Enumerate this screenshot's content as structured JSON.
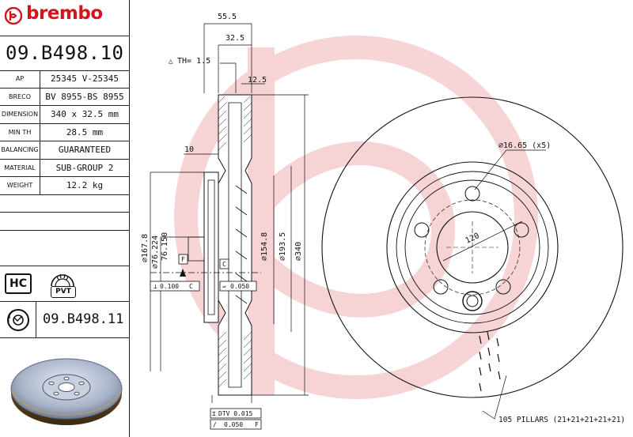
{
  "brand": {
    "name": "brembo",
    "color": "#d3141c"
  },
  "part_number": "09.B498.10",
  "specs": [
    {
      "key": "AP",
      "value": "25345 V-25345"
    },
    {
      "key": "BRECO",
      "value": "BV 8955-BS 8955"
    },
    {
      "key": "DIMENSION",
      "value": "340 x 32.5 mm"
    },
    {
      "key": "MIN TH",
      "value": "28.5 mm"
    },
    {
      "key": "BALANCING",
      "value": "GUARANTEED"
    },
    {
      "key": "MATERIAL",
      "value": "SUB-GROUP 2"
    },
    {
      "key": "WEIGHT",
      "value": "12.2 kg"
    }
  ],
  "badges": {
    "hc": "HC",
    "pvt": "PVT"
  },
  "alt_part_number": "09.B498.11",
  "dims": {
    "width_total": "55.5",
    "width_disc": "32.5",
    "th": "TH= 1.5",
    "inner_12_5": "12.5",
    "hat_10": "10",
    "d167": "167.8",
    "d76a": "76.224",
    "d76b": "76.150",
    "d154": "154.8",
    "d193": "193.5",
    "d340": "340",
    "bolt_hole": "16.65 (x5)",
    "pcd": "120",
    "pillars": "105 PILLARS (21+21+21+21+21)",
    "datum_f": "F",
    "datum_c": "C",
    "tol_perp": "0.100",
    "tol_flat": "0.050",
    "dtv": "DTV 0.015",
    "tol_runout": "0.050"
  }
}
